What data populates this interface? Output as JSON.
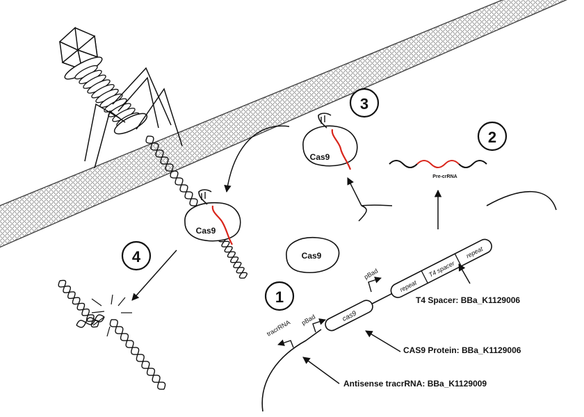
{
  "steps": [
    "1",
    "2",
    "3",
    "4"
  ],
  "proteins": {
    "cas9_free": "Cas9",
    "cas9_guided": "Cas9",
    "cas9_bound": "Cas9"
  },
  "crrna_label": "Pre-crRNA",
  "plasmid": {
    "cas9_gene": "cas9",
    "repeat_1": "repeat",
    "spacer": "T4 spacer",
    "repeat_2": "repeat",
    "promoter_1": "pBad",
    "promoter_2": "pBad",
    "tracr": "tracrRNA"
  },
  "callouts": {
    "spacer": "T4 Spacer: BBa_K1129006",
    "cas9": "CAS9 Protein: BBa_K1129006",
    "tracr": "Antisense tracrRNA: BBa_K1129009"
  },
  "colors": {
    "guide_rna": "#d9261c",
    "ink": "#111111"
  }
}
